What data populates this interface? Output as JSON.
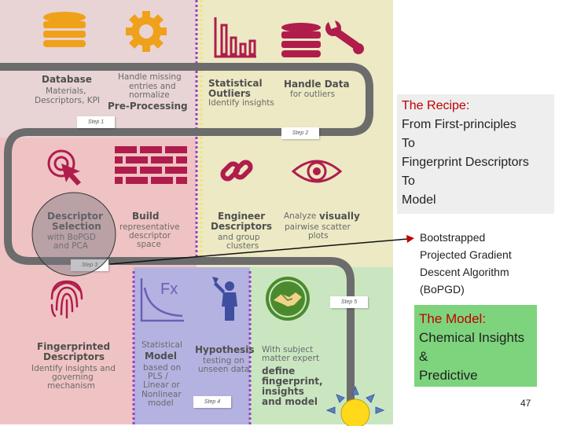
{
  "colors": {
    "step1_bg": "#e8d4d4",
    "step2_bg": "#ece9c4",
    "step3_bg": "#efc3c3",
    "step4_bg": "#b4b2e0",
    "step5_bg": "#c9e6c1",
    "road": "#6c6c6c",
    "divider_purple": "#9a3fc8",
    "divider_yellow": "#f4e37a",
    "accent_red": "#b01c4c",
    "recipe_bg": "#eeeeee",
    "model_bg": "#7dd47c",
    "pointer_red": "#c00000"
  },
  "diagram": {
    "step1": {
      "card": "Step 1",
      "database_title": "Database",
      "database_sub": [
        "Materials,",
        "Descriptors, KPI"
      ],
      "handle_missing": [
        "Handle missing",
        "entries and",
        "normalize"
      ],
      "preprocessing_title": "Pre-Processing",
      "icons": [
        "database-icon",
        "gear-icon"
      ]
    },
    "step2": {
      "card": "Step 2",
      "outliers_title": [
        "Statistical",
        "Outliers"
      ],
      "outliers_sub": "Identify insights",
      "handle_data_title": "Handle Data",
      "handle_data_sub": "for outliers",
      "icons": [
        "bar-chart-icon",
        "database-icon",
        "wrench-icon"
      ]
    },
    "step3": {
      "card": "Step 3",
      "selection_title": [
        "Descriptor",
        "Selection"
      ],
      "selection_sub": [
        "with BoPGD",
        "and PCA"
      ],
      "build_title": "Build",
      "build_sub": [
        "representative",
        "descriptor",
        "space"
      ],
      "engineer_title": [
        "Engineer",
        "Descriptors"
      ],
      "engineer_sub": [
        "and group",
        "clusters"
      ],
      "analyze_pre": "Analyze",
      "analyze_bold": "visually",
      "analyze_sub": [
        "pairwise scatter",
        "plots"
      ],
      "icons": [
        "pointer-click-icon",
        "brick-wall-icon",
        "chain-link-icon",
        "eye-icon"
      ]
    },
    "step4": {
      "card": "Step 4",
      "model_pre": "Statistical",
      "model_title": "Model",
      "model_sub": [
        "based on",
        "PLS /",
        "Linear or",
        "Nonlinear",
        "model"
      ],
      "hypothesis_title": "Hypothesis",
      "hypothesis_sub": [
        "testing on",
        "unseen data"
      ],
      "fx_label": "Fx",
      "icons": [
        "function-graph-icon",
        "person-idea-icon"
      ]
    },
    "step5": {
      "card": "Step 5",
      "expert_sub": [
        "With subject",
        "matter expert"
      ],
      "define_title": [
        "define",
        "fingerprint,",
        "insights",
        "and model"
      ],
      "icons": [
        "handshake-icon"
      ]
    },
    "fingerprint": {
      "title": [
        "Fingerprinted",
        "Descriptors"
      ],
      "sub": [
        "Identify insights and",
        "governing",
        "mechanism"
      ],
      "icons": [
        "fingerprint-icon"
      ]
    }
  },
  "recipe": {
    "lines": [
      "The Recipe:",
      "From First-principles",
      "To",
      "Fingerprint Descriptors",
      "To",
      "Model"
    ]
  },
  "bopgd_note": {
    "lines": [
      "Bootstrapped",
      "Projected Gradient",
      "Descent Algorithm",
      "(BoPGD)"
    ]
  },
  "model_box": {
    "heading": "The Model:",
    "lines": [
      "Chemical Insights",
      "&",
      "Predictive"
    ]
  },
  "page_number": "47"
}
